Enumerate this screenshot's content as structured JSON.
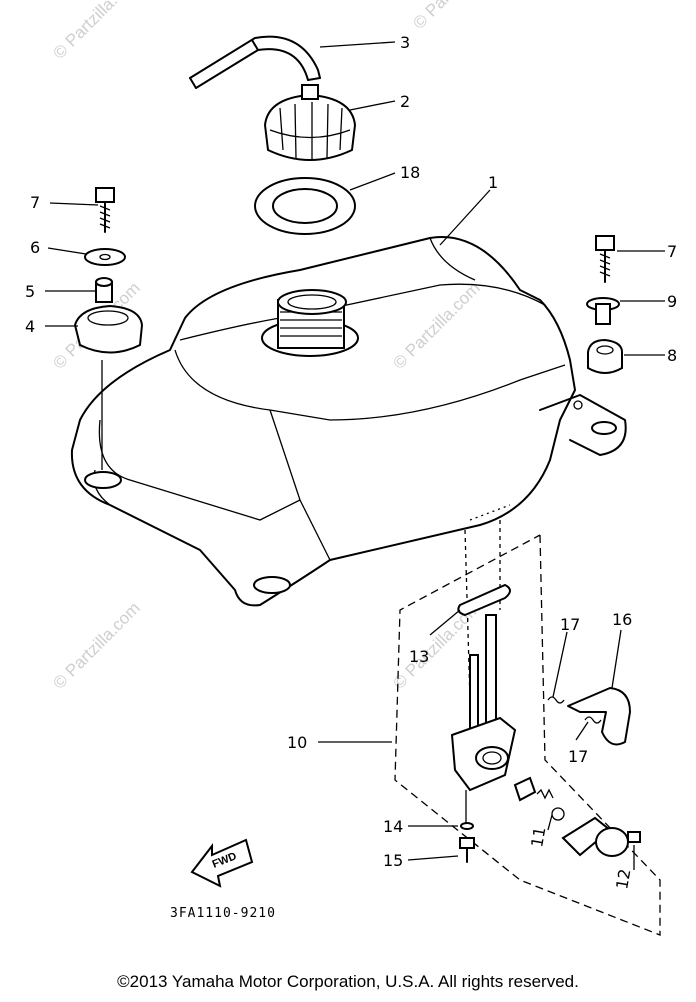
{
  "diagram": {
    "part_code": "3FA1110-9210",
    "direction_label": "FWD",
    "callouts": [
      "1",
      "2",
      "3",
      "4",
      "5",
      "6",
      "7",
      "7",
      "8",
      "9",
      "10",
      "11",
      "12",
      "13",
      "14",
      "15",
      "16",
      "17",
      "17",
      "18"
    ],
    "watermark": "© Partzilla.com"
  },
  "footer": {
    "copyright": "©2013  Yamaha Motor Corporation, U.S.A. All rights reserved."
  }
}
